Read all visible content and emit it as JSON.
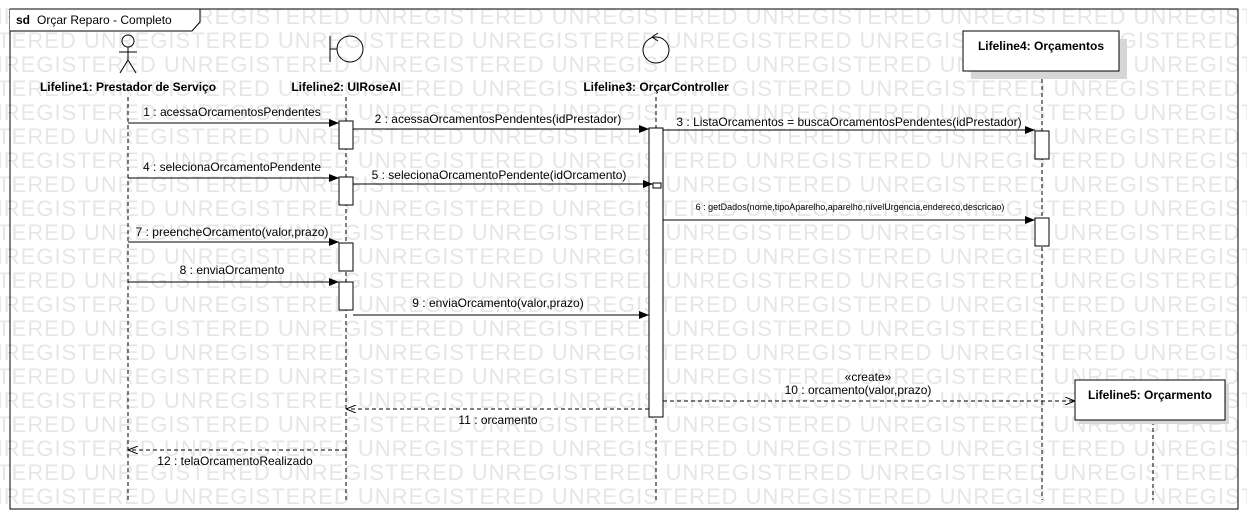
{
  "frame": {
    "keyword": "sd",
    "name": "Orçar Reparo - Completo"
  },
  "watermark_text": "UNREGISTERED",
  "lifelines": [
    {
      "id": "l1",
      "label": "Lifeline1: Prestador de Serviço",
      "kind": "actor"
    },
    {
      "id": "l2",
      "label": "Lifeline2: UIRoseAI",
      "kind": "boundary"
    },
    {
      "id": "l3",
      "label": "Lifeline3: OrçarController",
      "kind": "control"
    },
    {
      "id": "l4",
      "label": "Lifeline4: Orçamentos",
      "kind": "box"
    },
    {
      "id": "l5",
      "label": "Lifeline5: Orçarmento",
      "kind": "box"
    }
  ],
  "messages": [
    {
      "n": 1,
      "text": "1 : acessaOrcamentosPendentes"
    },
    {
      "n": 2,
      "text": "2 : acessaOrcamentosPendentes(idPrestador)"
    },
    {
      "n": 3,
      "text": "3 : ListaOrcamentos = buscaOrcamentosPendentes(idPrestador)"
    },
    {
      "n": 4,
      "text": "4 : selecionaOrcamentoPendente"
    },
    {
      "n": 5,
      "text": "5 : selecionaOrcamentoPendente(idOrcamento)"
    },
    {
      "n": 6,
      "text": "6 : getDados(nome,tipoAparelho,aparelho,nívelUrgencia,endereco,descricao)"
    },
    {
      "n": 7,
      "text": "7 : preencheOrcamento(valor,prazo)"
    },
    {
      "n": 8,
      "text": "8 : enviaOrcamento"
    },
    {
      "n": 9,
      "text": "9 : enviaOrcamento(valor,prazo)"
    },
    {
      "n": 10,
      "text": "10 : orcamento(valor,prazo)",
      "stereotype": "«create»"
    },
    {
      "n": 11,
      "text": "11 : orcamento"
    },
    {
      "n": 12,
      "text": "12 : telaOrcamentoRealizado"
    }
  ]
}
